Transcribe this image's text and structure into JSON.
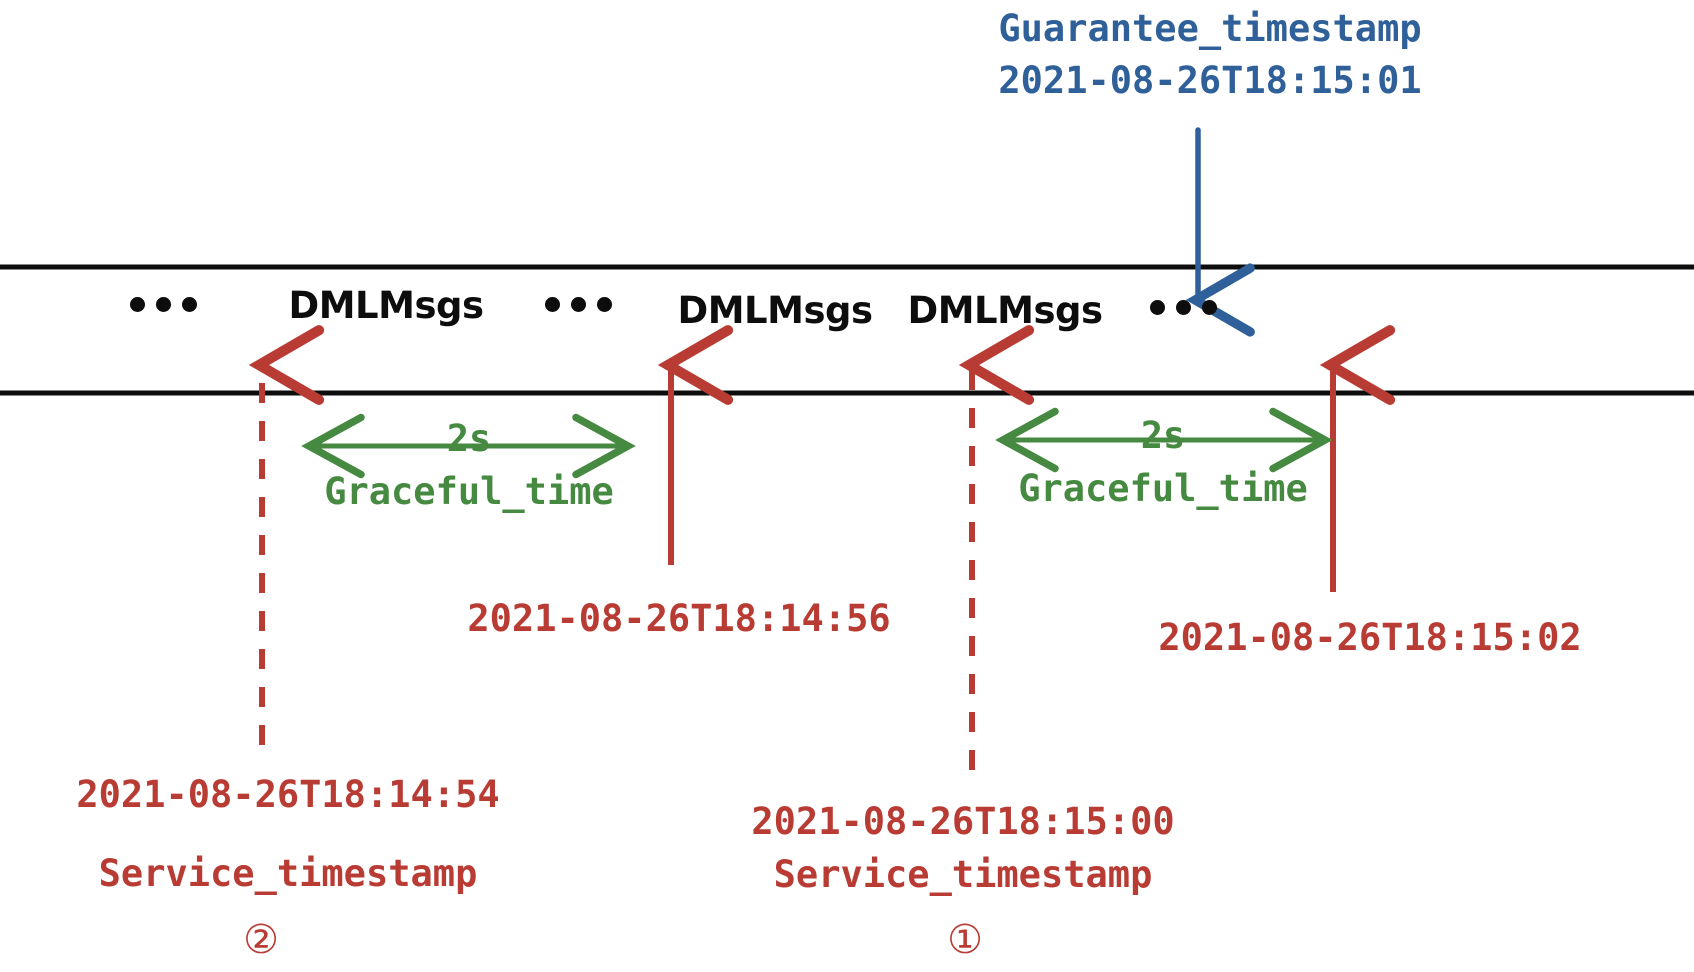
{
  "diagram": {
    "title": "Service timestamp vs Guarantee timestamp on DML message stream",
    "colors": {
      "blue": "#2f6099",
      "red": "#b93c34",
      "green": "#468a42",
      "black": "#0d0d0d",
      "background": "#ffffff"
    },
    "guarantee": {
      "label": "Guarantee_timestamp",
      "timestamp": "2021-08-26T18:15:01"
    },
    "stream": {
      "segments": [
        {
          "kind": "ellipsis",
          "text": "•••"
        },
        {
          "kind": "label",
          "text": "DMLMsgs"
        },
        {
          "kind": "ellipsis",
          "text": "•••"
        },
        {
          "kind": "label",
          "text": "DMLMsgs"
        },
        {
          "kind": "label",
          "text": "DMLMsgs"
        },
        {
          "kind": "ellipsis",
          "text": "•••"
        }
      ]
    },
    "markers": [
      {
        "id": "service-2",
        "style": "dashed",
        "timestamp": "2021-08-26T18:14:54",
        "role_label": "Service_timestamp",
        "index_label": "②"
      },
      {
        "id": "graceful-end-1",
        "style": "solid",
        "timestamp": "2021-08-26T18:14:56",
        "role_label": "",
        "index_label": ""
      },
      {
        "id": "service-1",
        "style": "dashed",
        "timestamp": "2021-08-26T18:15:00",
        "role_label": "Service_timestamp",
        "index_label": "①"
      },
      {
        "id": "graceful-end-2",
        "style": "solid",
        "timestamp": "2021-08-26T18:15:02",
        "role_label": "",
        "index_label": ""
      }
    ],
    "intervals": [
      {
        "id": "graceful-left",
        "duration": "2s",
        "label": "Graceful_time"
      },
      {
        "id": "graceful-right",
        "duration": "2s",
        "label": "Graceful_time"
      }
    ]
  }
}
